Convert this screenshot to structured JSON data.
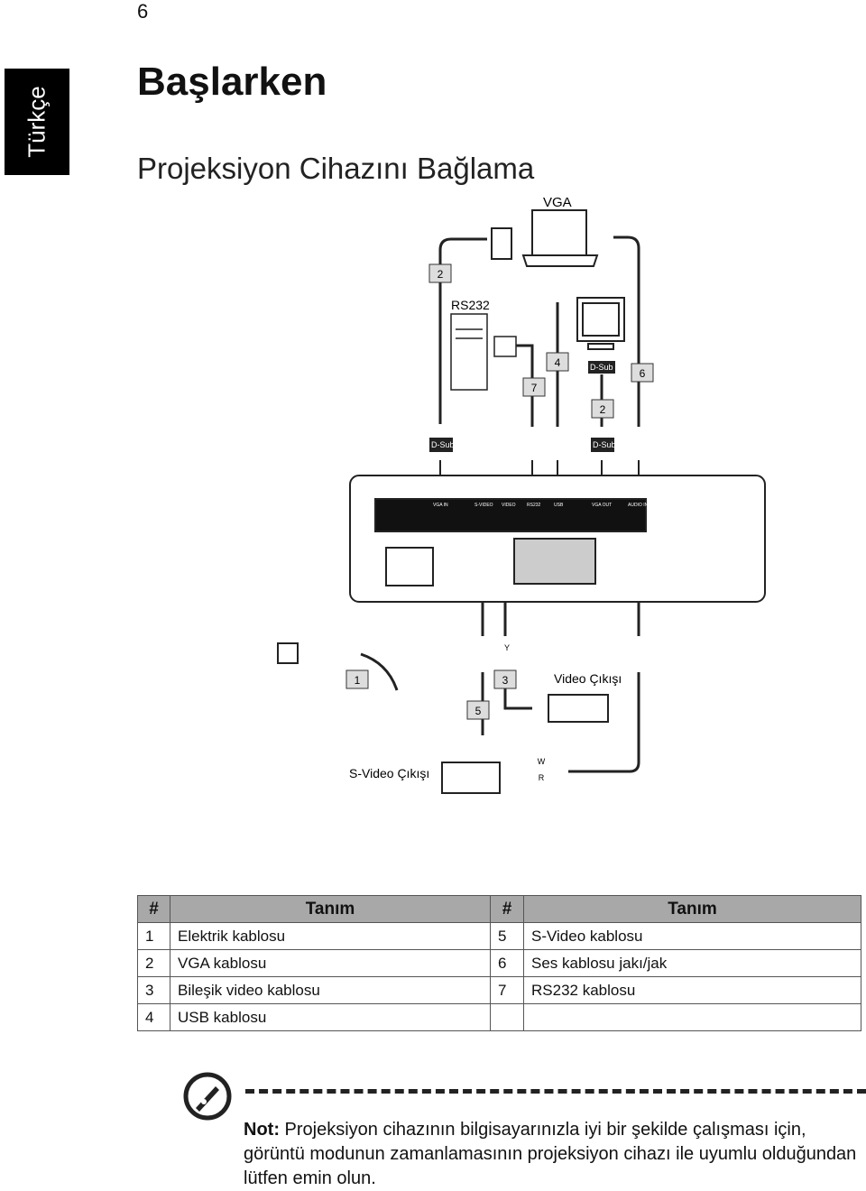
{
  "page_number": "6",
  "side_tab": "Türkçe",
  "title": "Başlarken",
  "subtitle": "Projeksiyon Cihazını Bağlama",
  "diagram": {
    "vga_label": "VGA",
    "rs232_label": "RS232",
    "dsub": "D-Sub",
    "rs232_small": "RS232",
    "usb": "USB",
    "video_out": "Video Çıkışı",
    "svideo_out": "S-Video Çıkışı",
    "ports": [
      "VGA IN",
      "S-VIDEO",
      "VIDEO",
      "RS232",
      "USB",
      "VGA OUT",
      "AUDIO IN"
    ],
    "callouts": [
      "1",
      "2",
      "3",
      "4",
      "5",
      "6",
      "7"
    ],
    "plug_letters": {
      "y": "Y",
      "w": "W",
      "r": "R"
    }
  },
  "table": {
    "headers": [
      "#",
      "Tanım",
      "#",
      "Tanım"
    ],
    "rows": [
      [
        "1",
        "Elektrik kablosu",
        "5",
        "S-Video kablosu"
      ],
      [
        "2",
        "VGA kablosu",
        "6",
        "Ses kablosu jakı/jak"
      ],
      [
        "3",
        "Bileşik video kablosu",
        "7",
        "RS232 kablosu"
      ],
      [
        "4",
        "USB kablosu",
        "",
        ""
      ]
    ]
  },
  "note": {
    "label": "Not:",
    "text": " Projeksiyon cihazının bilgisayarınızla iyi bir şekilde çalışması için, görüntü modunun zamanlamasının projeksiyon cihazı ile uyumlu olduğundan lütfen emin olun."
  }
}
